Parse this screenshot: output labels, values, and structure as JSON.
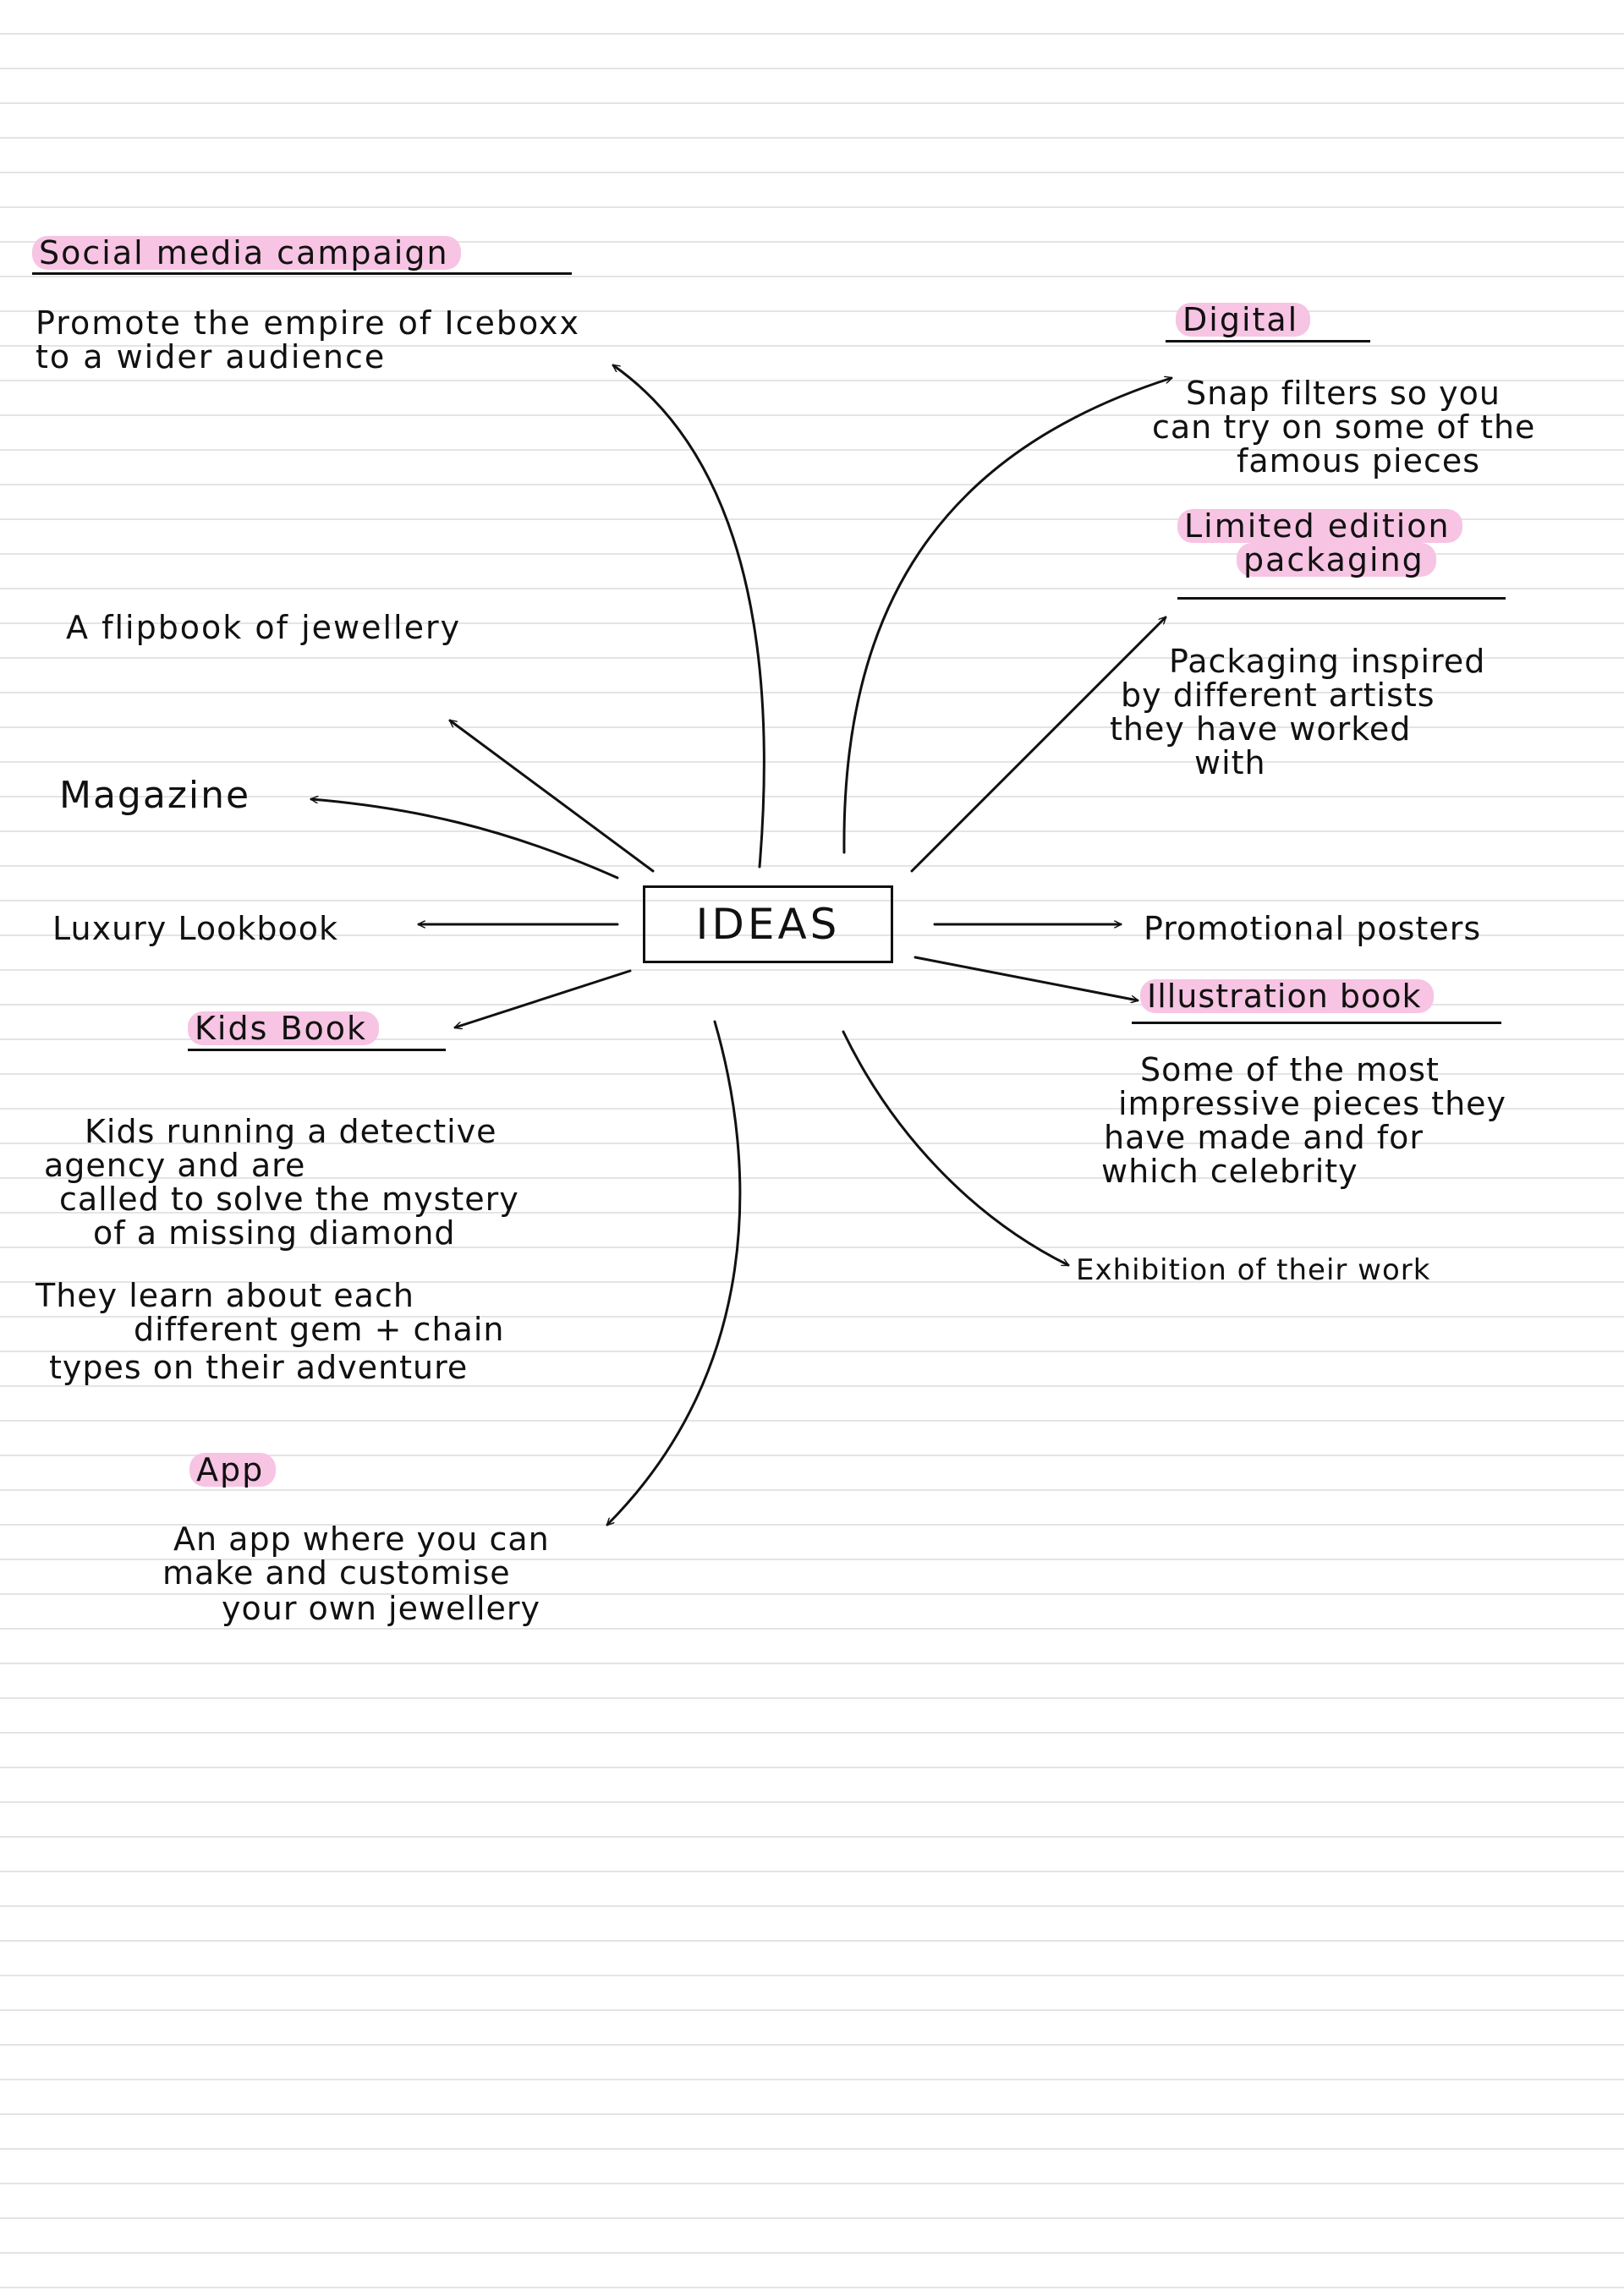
{
  "colors": {
    "highlight": "#f7c4e3",
    "ink": "#111111",
    "ruled_line": "#e4e4e4"
  },
  "center": {
    "label": "IDEAS"
  },
  "social": {
    "heading": "Social media campaign",
    "lines": [
      "Promote the empire of Iceboxx",
      "to a wider audience"
    ]
  },
  "flipbook": {
    "label": "A flipbook of jewellery"
  },
  "magazine": {
    "label": "Magazine"
  },
  "lookbook": {
    "label": "Luxury Lookbook"
  },
  "kids": {
    "heading": "Kids Book",
    "lines": [
      "Kids running a detective",
      "agency and are",
      "called to solve the mystery",
      "of a missing diamond"
    ],
    "lines2": [
      "They learn about each",
      "different gem + chain",
      "types on their adventure"
    ]
  },
  "app": {
    "heading": "App",
    "lines": [
      "An app where you can",
      "make and customise",
      "your own jewellery"
    ]
  },
  "digital": {
    "heading": "Digital",
    "lines": [
      "Snap filters so you",
      "can try on some of the",
      "famous pieces"
    ]
  },
  "packaging": {
    "heading_lines": [
      "Limited edition",
      "packaging"
    ],
    "lines": [
      "Packaging inspired",
      "by different artists",
      "they have worked",
      "with"
    ]
  },
  "posters": {
    "label": "Promotional posters"
  },
  "illustration": {
    "heading": "Illustration book",
    "lines": [
      "Some of the most",
      "impressive pieces they",
      "have made and for",
      "which celebrity"
    ]
  },
  "exhibition": {
    "label": "Exhibition of their work"
  }
}
